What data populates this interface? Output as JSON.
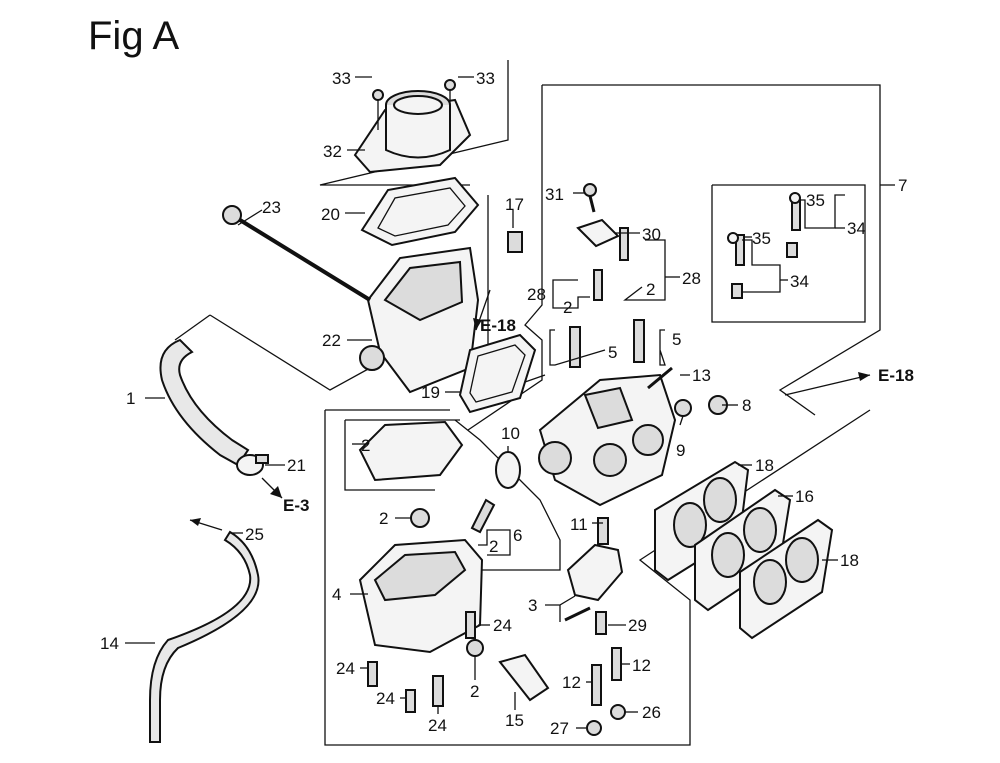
{
  "figure": {
    "title": "Fig A"
  },
  "labels": {
    "p1": "1",
    "p2a": "2",
    "p2b": "2",
    "p2c": "2",
    "p2d": "2",
    "p2e": "2",
    "p2f": "2",
    "p3": "3",
    "p4": "4",
    "p5a": "5",
    "p5b": "5",
    "p6": "6",
    "p7": "7",
    "p8": "8",
    "p9": "9",
    "p10": "10",
    "p11": "11",
    "p12a": "12",
    "p12b": "12",
    "p13": "13",
    "p14": "14",
    "p15": "15",
    "p16": "16",
    "p17": "17",
    "p18a": "18",
    "p18b": "18",
    "p19": "19",
    "p20": "20",
    "p21": "21",
    "p22": "22",
    "p23": "23",
    "p24a": "24",
    "p24b": "24",
    "p24c": "24",
    "p24d": "24",
    "p25": "25",
    "p26": "26",
    "p27": "27",
    "p28a": "28",
    "p28b": "28",
    "p29": "29",
    "p30": "30",
    "p31": "31",
    "p32": "32",
    "p33a": "33",
    "p33b": "33",
    "p34a": "34",
    "p34b": "34",
    "p35a": "35",
    "p35b": "35"
  },
  "refs": {
    "e18a": "E-18",
    "e18b": "E-18",
    "e3": "E-3"
  }
}
